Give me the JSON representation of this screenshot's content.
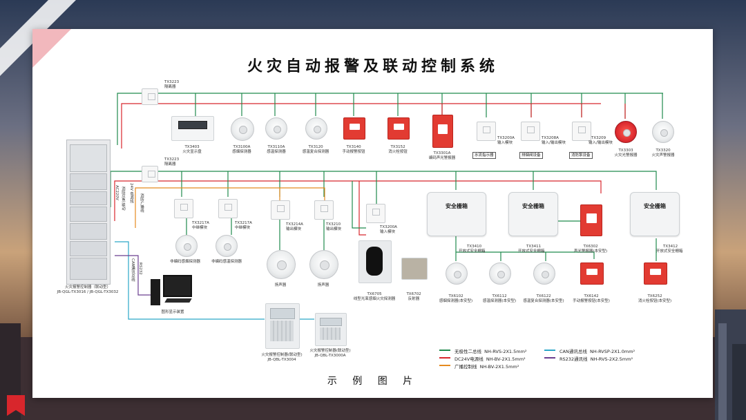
{
  "title": "火灾自动报警及联动控制系统",
  "caption": "示 例 图 片",
  "colors": {
    "bus_green": "#1f8a4c",
    "dc24v_red": "#d8262c",
    "broadcast_orange": "#e58a1f",
    "can_blue": "#2aa7c8",
    "rs232_purple": "#6a3d8f",
    "accent_red": "#d8262c"
  },
  "controller": {
    "label_line1": "火灾报警控制器（联动型）",
    "label_line2": "JB-QGL-TX3016 / JB-QGL-TX3032"
  },
  "controller_links": {
    "power": "AC220V",
    "backup": "消防应急 联动",
    "dc24v": "24V 电源线",
    "broadcast": "消防广播线",
    "can": "CAN通讯总线",
    "rs232": "RS232"
  },
  "isolator_top": {
    "code": "TX3223",
    "name": "隔离器"
  },
  "isolator_mid": {
    "code": "TX3223",
    "name": "隔离器"
  },
  "row1": [
    {
      "code": "TX3403",
      "name": "火灾显示盘",
      "icon": "display-panel-icon"
    },
    {
      "code": "TX3100A",
      "name": "感烟探测器",
      "icon": "smoke-detector-icon"
    },
    {
      "code": "TX3110A",
      "name": "感温探测器",
      "icon": "heat-detector-icon"
    },
    {
      "code": "TX3120",
      "name": "感温复合探测器",
      "icon": "combo-detector-icon"
    },
    {
      "code": "TX3140",
      "name": "手动报警按钮",
      "icon": "manual-call-point-icon"
    },
    {
      "code": "TX3152",
      "name": "消火栓按钮",
      "icon": "hydrant-button-icon"
    },
    {
      "code": "TX3301A",
      "name": "编码声光警报器",
      "icon": "sounder-strobe-icon"
    },
    {
      "code": "TX3200A",
      "name": "输入模块",
      "tag": "水流指示器",
      "icon": "input-module-icon"
    },
    {
      "code": "TX3208A",
      "name": "输入/输出模块",
      "tag": "排烟阀设备",
      "icon": "io-module-icon"
    },
    {
      "code": "TX3209",
      "name": "输入/输出模块",
      "tag": "消防泵设备",
      "icon": "io-module-icon"
    },
    {
      "code": "TX3303",
      "name": "火灾光警报器",
      "icon": "strobe-icon"
    },
    {
      "code": "TX3320",
      "name": "火灾声警报器",
      "icon": "sounder-icon"
    }
  ],
  "row2_modules": [
    {
      "code": "TX3217A",
      "name": "中继模块",
      "device": "非编码感烟探测器"
    },
    {
      "code": "TX3217A",
      "name": "中继模块",
      "device": "非编码感温探测器"
    },
    {
      "code": "TX3214A",
      "name": "输出模块",
      "device": "扬声器"
    },
    {
      "code": "TX3210",
      "name": "输出模块",
      "device": "扬声器"
    },
    {
      "code": "TX3200A",
      "name": "输入模块",
      "device": ""
    }
  ],
  "beam": {
    "code": "TX6705",
    "name": "线型光束感烟火灾探测器"
  },
  "reflector": {
    "code": "TX6702",
    "name": "反射器"
  },
  "cabinets": [
    {
      "title": "安全栅箱",
      "code": "TX3410",
      "name": "开放式安全栅箱"
    },
    {
      "title": "安全栅箱",
      "code": "TX3411",
      "name": "开放式安全栅箱"
    },
    {
      "title": "安全栅箱",
      "code": "TX3412",
      "name": "开放式安全栅箱"
    }
  ],
  "ex_devices": [
    {
      "code": "TX6102",
      "name": "感烟探测器(本安型)"
    },
    {
      "code": "TX6112",
      "name": "感温探测器(本安型)"
    },
    {
      "code": "TX6122",
      "name": "感温复合探测器(本安型)"
    },
    {
      "code": "TX6142",
      "name": "手动报警按钮(本安型)"
    },
    {
      "code": "TX6252",
      "name": "消火栓按钮(本安型)"
    }
  ],
  "ex_sounder": {
    "code": "TX6302",
    "name": "声光警报器(本安型)"
  },
  "graphic_pc": {
    "name": "图形显示装置"
  },
  "sub_controller_1": {
    "label_line1": "火灾报警控制器(联动型)",
    "label_line2": "JB-QBL-TX3004"
  },
  "sub_controller_2": {
    "label_line1": "火灾报警控制器(联动型)",
    "label_line2": "JB-QBL-TX3000A"
  },
  "legend": [
    {
      "name": "无极性二总线",
      "spec": "NH-RVS-2X1.5mm²",
      "color": "#1f8a4c"
    },
    {
      "name": "DC24V电源线",
      "spec": "NH-BV-2X1.5mm²",
      "color": "#d8262c"
    },
    {
      "name": "广播控制线",
      "spec": "NH-BV-2X1.5mm²",
      "color": "#e58a1f"
    },
    {
      "name": "CAN通讯总线",
      "spec": "NH-RVSP-2X1.0mm²",
      "color": "#2aa7c8"
    },
    {
      "name": "RS232通讯线",
      "spec": "NH-RVS-2X2.5mm²",
      "color": "#6a3d8f"
    }
  ]
}
